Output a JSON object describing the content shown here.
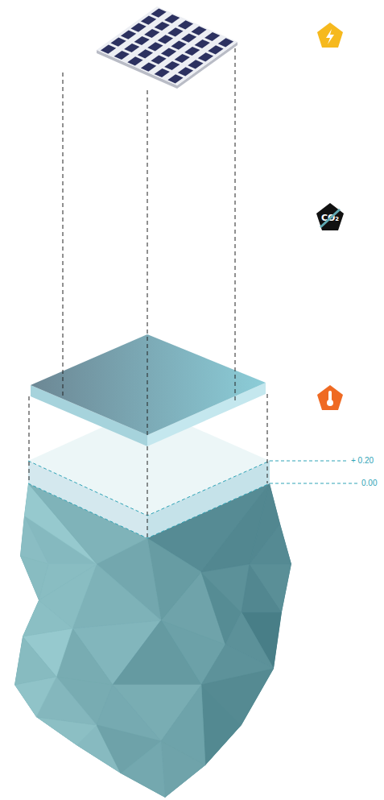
{
  "diagram": {
    "nodes": [
      {
        "text": [
          "CO₂"
        ]
      }
    ],
    "labels": [
      "+ 0.20",
      "0.00"
    ]
  }
}
